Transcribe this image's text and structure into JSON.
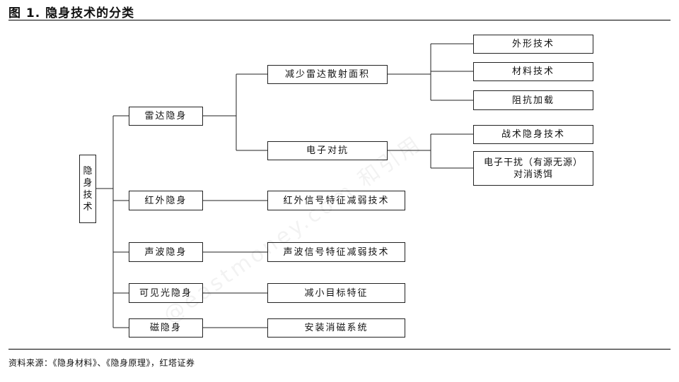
{
  "header": {
    "title": "图 1. 隐身技术的分类"
  },
  "diagram": {
    "root": "隐身技术",
    "categories": {
      "radar": "雷达隐身",
      "infrared": "红外隐身",
      "acoustic": "声波隐身",
      "visible": "可见光隐身",
      "magnetic": "磁隐身"
    },
    "methods": {
      "reduce_rcs": "减少雷达散射面积",
      "ecm": "电子对抗",
      "ir_reduce": "红外信号特征减弱技术",
      "acoustic_reduce": "声波信号特征减弱技术",
      "visible_reduce": "减小目标特征",
      "degauss": "安装消磁系统"
    },
    "techniques": {
      "shape": "外形技术",
      "material": "材料技术",
      "impedance": "阻抗加载",
      "tactical": "战术隐身技术",
      "jamming_line1": "电子干扰（有源无源）",
      "jamming_line2": "对消诱饵"
    }
  },
  "footer": {
    "source": "资料来源：《隐身材料》、《隐身原理》，红塔证券"
  },
  "watermark": "@eastmoney.com 和引用"
}
